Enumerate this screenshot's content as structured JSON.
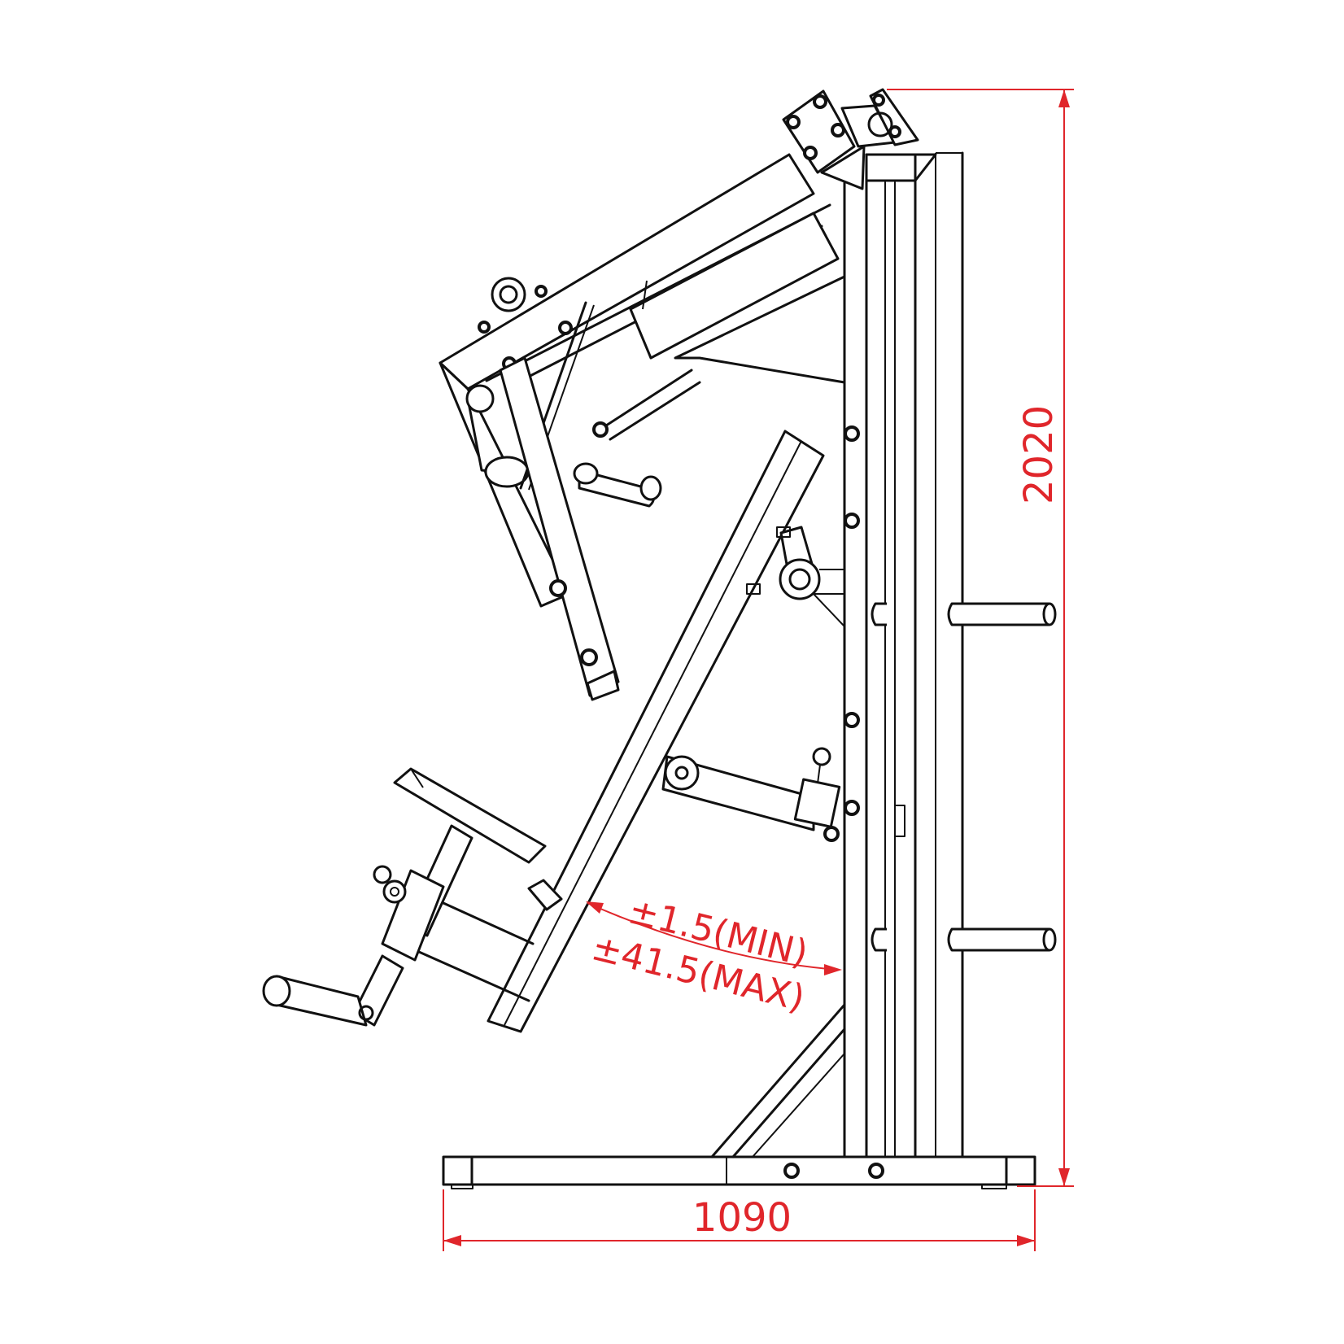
{
  "drawing": {
    "title": "Machine side elevation",
    "colors": {
      "line": "#111111",
      "dimension": "#e0262b",
      "background": "#ffffff"
    },
    "dimensions": {
      "overall_height": "2020",
      "overall_length": "1090",
      "angle_min": "±1.5(MIN)",
      "angle_max": "±41.5(MAX)"
    },
    "components": [
      "upright-frame",
      "base-frame",
      "pivot-arm",
      "seat-pad",
      "back-pad",
      "foot-lever",
      "weight-horns",
      "top-pivot-bearing",
      "diagonal-brace"
    ]
  }
}
